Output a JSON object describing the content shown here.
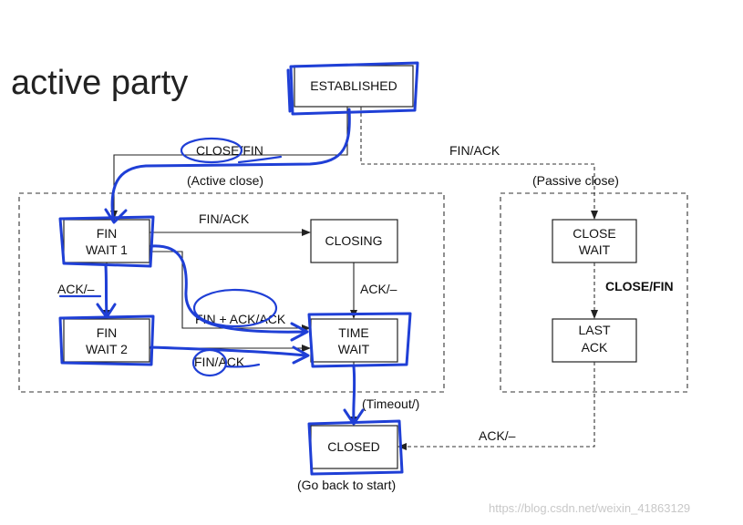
{
  "heading": "active party",
  "states": {
    "established": "ESTABLISHED",
    "fin_wait_1": [
      "FIN",
      "WAIT 1"
    ],
    "fin_wait_2": [
      "FIN",
      "WAIT 2"
    ],
    "closing": "CLOSING",
    "time_wait": [
      "TIME",
      "WAIT"
    ],
    "close_wait": [
      "CLOSE",
      "WAIT"
    ],
    "last_ack": [
      "LAST",
      "ACK"
    ],
    "closed": "CLOSED"
  },
  "transitions": {
    "close_fin": "CLOSE/FIN",
    "active_close": "(Active close)",
    "fin_ack_passive": "FIN/ACK",
    "passive_close": "(Passive close)",
    "fin_ack_top": "FIN/ACK",
    "ack_left": "ACK/–",
    "ack_closing": "ACK/–",
    "fin_ack_ack": "FIN + ACK/ACK",
    "fin_ack_bottom": "FIN/ACK",
    "close_fin_right": "CLOSE/FIN",
    "timeout": "(Timeout/)",
    "ack_last": "ACK/–",
    "go_back": "(Go back to start)"
  },
  "watermark": "https://blog.csdn.net/weixin_41863129",
  "colors": {
    "annotation_ink": "#1f3fd6",
    "box_stroke": "#222222",
    "watermark": "#c8c8c8"
  }
}
